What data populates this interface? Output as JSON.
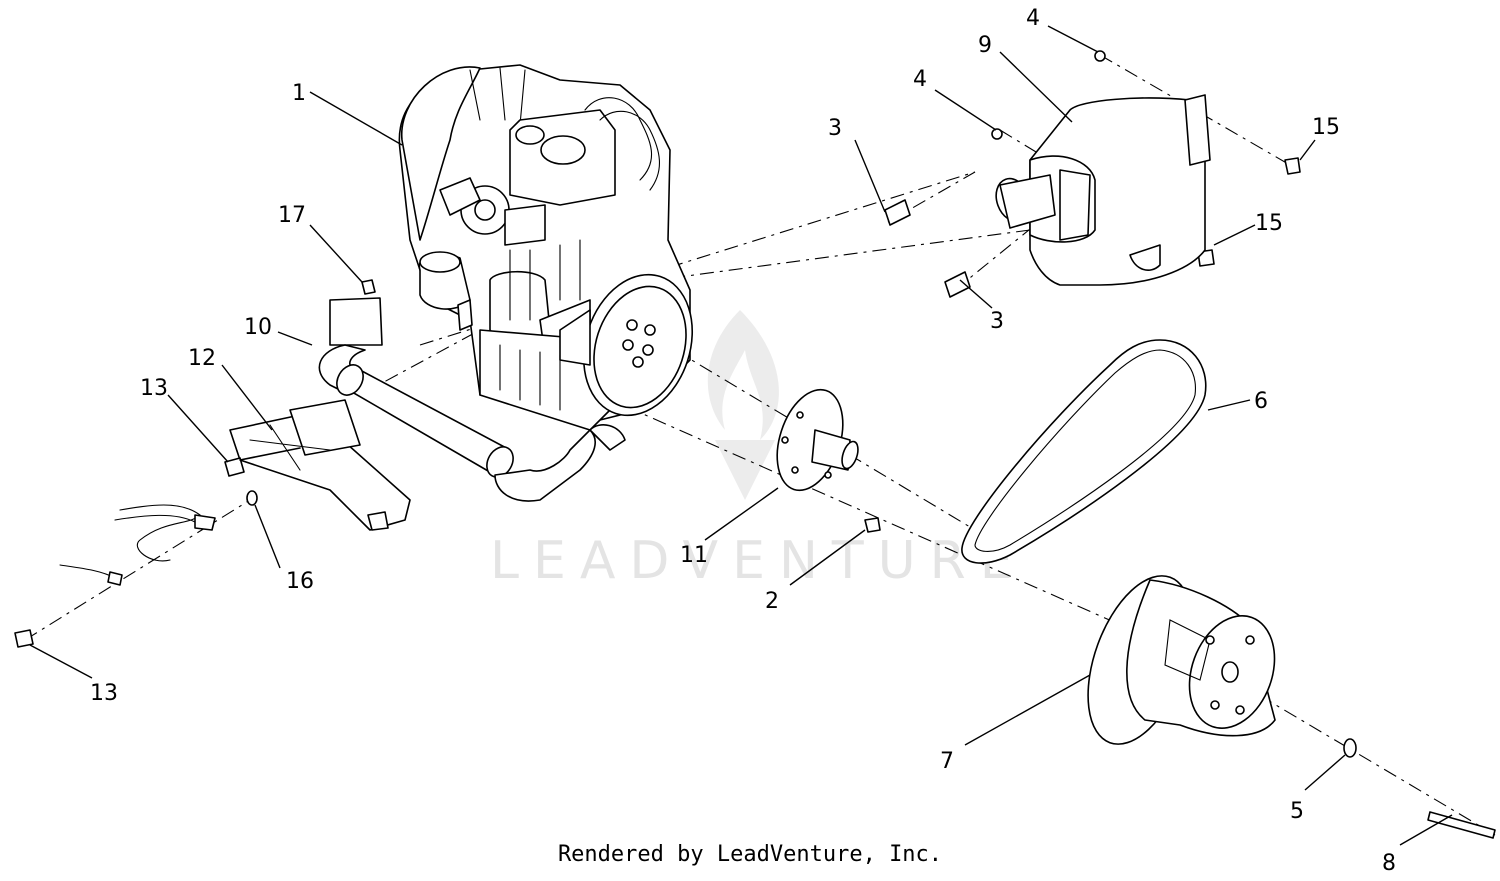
{
  "callouts": [
    {
      "id": "1",
      "label": "1"
    },
    {
      "id": "2",
      "label": "2"
    },
    {
      "id": "3a",
      "label": "3"
    },
    {
      "id": "3b",
      "label": "3"
    },
    {
      "id": "4a",
      "label": "4"
    },
    {
      "id": "4b",
      "label": "4"
    },
    {
      "id": "5",
      "label": "5"
    },
    {
      "id": "6",
      "label": "6"
    },
    {
      "id": "7",
      "label": "7"
    },
    {
      "id": "8",
      "label": "8"
    },
    {
      "id": "9",
      "label": "9"
    },
    {
      "id": "10",
      "label": "10"
    },
    {
      "id": "11",
      "label": "11"
    },
    {
      "id": "12",
      "label": "12"
    },
    {
      "id": "13a",
      "label": "13"
    },
    {
      "id": "13b",
      "label": "13"
    },
    {
      "id": "15a",
      "label": "15"
    },
    {
      "id": "15b",
      "label": "15"
    },
    {
      "id": "16",
      "label": "16"
    },
    {
      "id": "17",
      "label": "17"
    }
  ],
  "watermark": "LEADVENTURE",
  "footer": "Rendered by LeadVenture, Inc."
}
